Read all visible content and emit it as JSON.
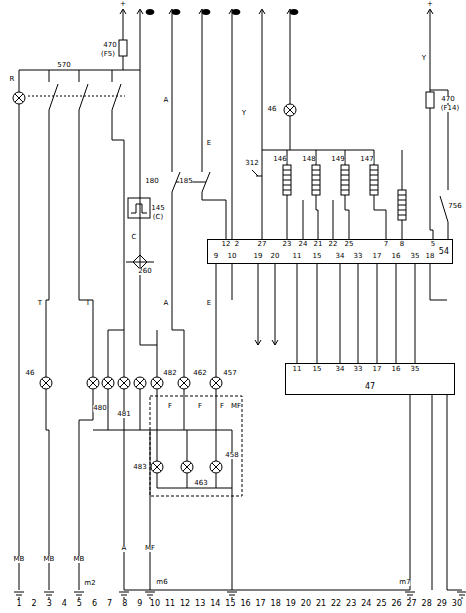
{
  "diagram": {
    "nodes": [
      {
        "text": [
          "54"
        ]
      },
      {
        "text": [
          "47"
        ]
      }
    ],
    "edges": [
      {
        "from": 0,
        "to": 1,
        "arrow": "none"
      },
      {
        "from": 0,
        "to": 1,
        "arrow": "none"
      },
      {
        "from": 0,
        "to": 1,
        "arrow": "none"
      },
      {
        "from": 0,
        "to": 1,
        "arrow": "none"
      },
      {
        "from": 0,
        "to": 1,
        "arrow": "none"
      },
      {
        "from": 0,
        "to": 1,
        "arrow": "none"
      },
      {
        "from": 0,
        "to": 1,
        "arrow": "none"
      }
    ],
    "labels": [
      "+",
      "+",
      "470",
      "(F5)",
      "570",
      "R",
      "A",
      "E",
      "46",
      "312",
      "146",
      "148",
      "149",
      "147",
      "470",
      "(F14)",
      "756",
      "180",
      "185",
      "145",
      "(C)",
      "C",
      "260",
      "T",
      "T",
      "A",
      "E",
      "12",
      "2",
      "27",
      "23",
      "24",
      "21",
      "22",
      "25",
      "7",
      "8",
      "5",
      "9",
      "10",
      "19",
      "20",
      "11",
      "15",
      "34",
      "33",
      "17",
      "16",
      "35",
      "18",
      "11",
      "15",
      "34",
      "33",
      "17",
      "16",
      "35",
      "46",
      "480",
      "481",
      "482",
      "462",
      "457",
      "F",
      "F",
      "F",
      "MF",
      "483",
      "463",
      "458",
      "A",
      "MF",
      "MB",
      "MB",
      "MB",
      "m2",
      "m6",
      "m7",
      "Y",
      "Y",
      "1",
      "2",
      "3",
      "4",
      "5",
      "6",
      "7",
      "8",
      "9",
      "10",
      "11",
      "12",
      "13",
      "14",
      "15",
      "16",
      "17",
      "18",
      "19",
      "20",
      "21",
      "22",
      "23",
      "24",
      "25",
      "26",
      "27",
      "28",
      "29",
      "30"
    ]
  }
}
